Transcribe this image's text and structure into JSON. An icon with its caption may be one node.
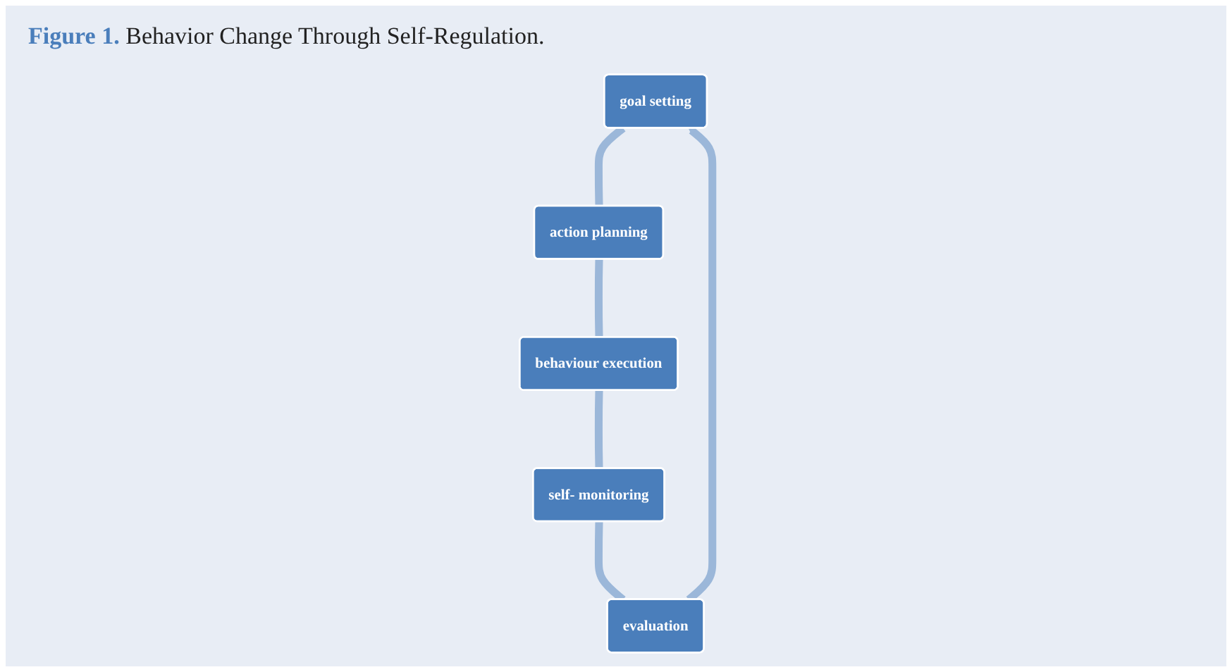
{
  "diagram": {
    "title": "**Figure 1.** Behavior Change Through Self-Regulation.",
    "nodes": [
      {
        "text": [
          "goal setting"
        ]
      },
      {
        "text": [
          "action planning"
        ]
      },
      {
        "text": [
          "behaviour execution"
        ]
      },
      {
        "text": [
          "self- monitoring"
        ]
      },
      {
        "text": [
          "evaluation"
        ]
      }
    ],
    "edges": [
      {
        "from": 0,
        "to": 1,
        "arrow": "none"
      },
      {
        "from": 1,
        "to": 2,
        "arrow": "none"
      },
      {
        "from": 2,
        "to": 3,
        "arrow": "none"
      },
      {
        "from": 3,
        "to": 4,
        "arrow": "none"
      },
      {
        "from": 4,
        "to": 0,
        "arrow": "to"
      }
    ]
  }
}
